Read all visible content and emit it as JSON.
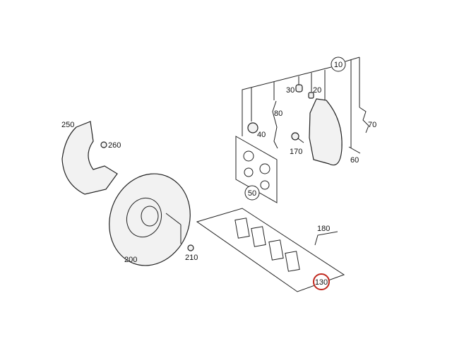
{
  "diagram": {
    "callouts": {
      "c10": "10",
      "c20": "20",
      "c30": "30",
      "c40": "40",
      "c50": "50",
      "c60": "60",
      "c70": "70",
      "c80": "80",
      "c130": "130",
      "c170": "170",
      "c180": "180",
      "c200": "200",
      "c210": "210",
      "c250": "250",
      "c260": "260"
    },
    "highlight_color": "#c0281e"
  }
}
